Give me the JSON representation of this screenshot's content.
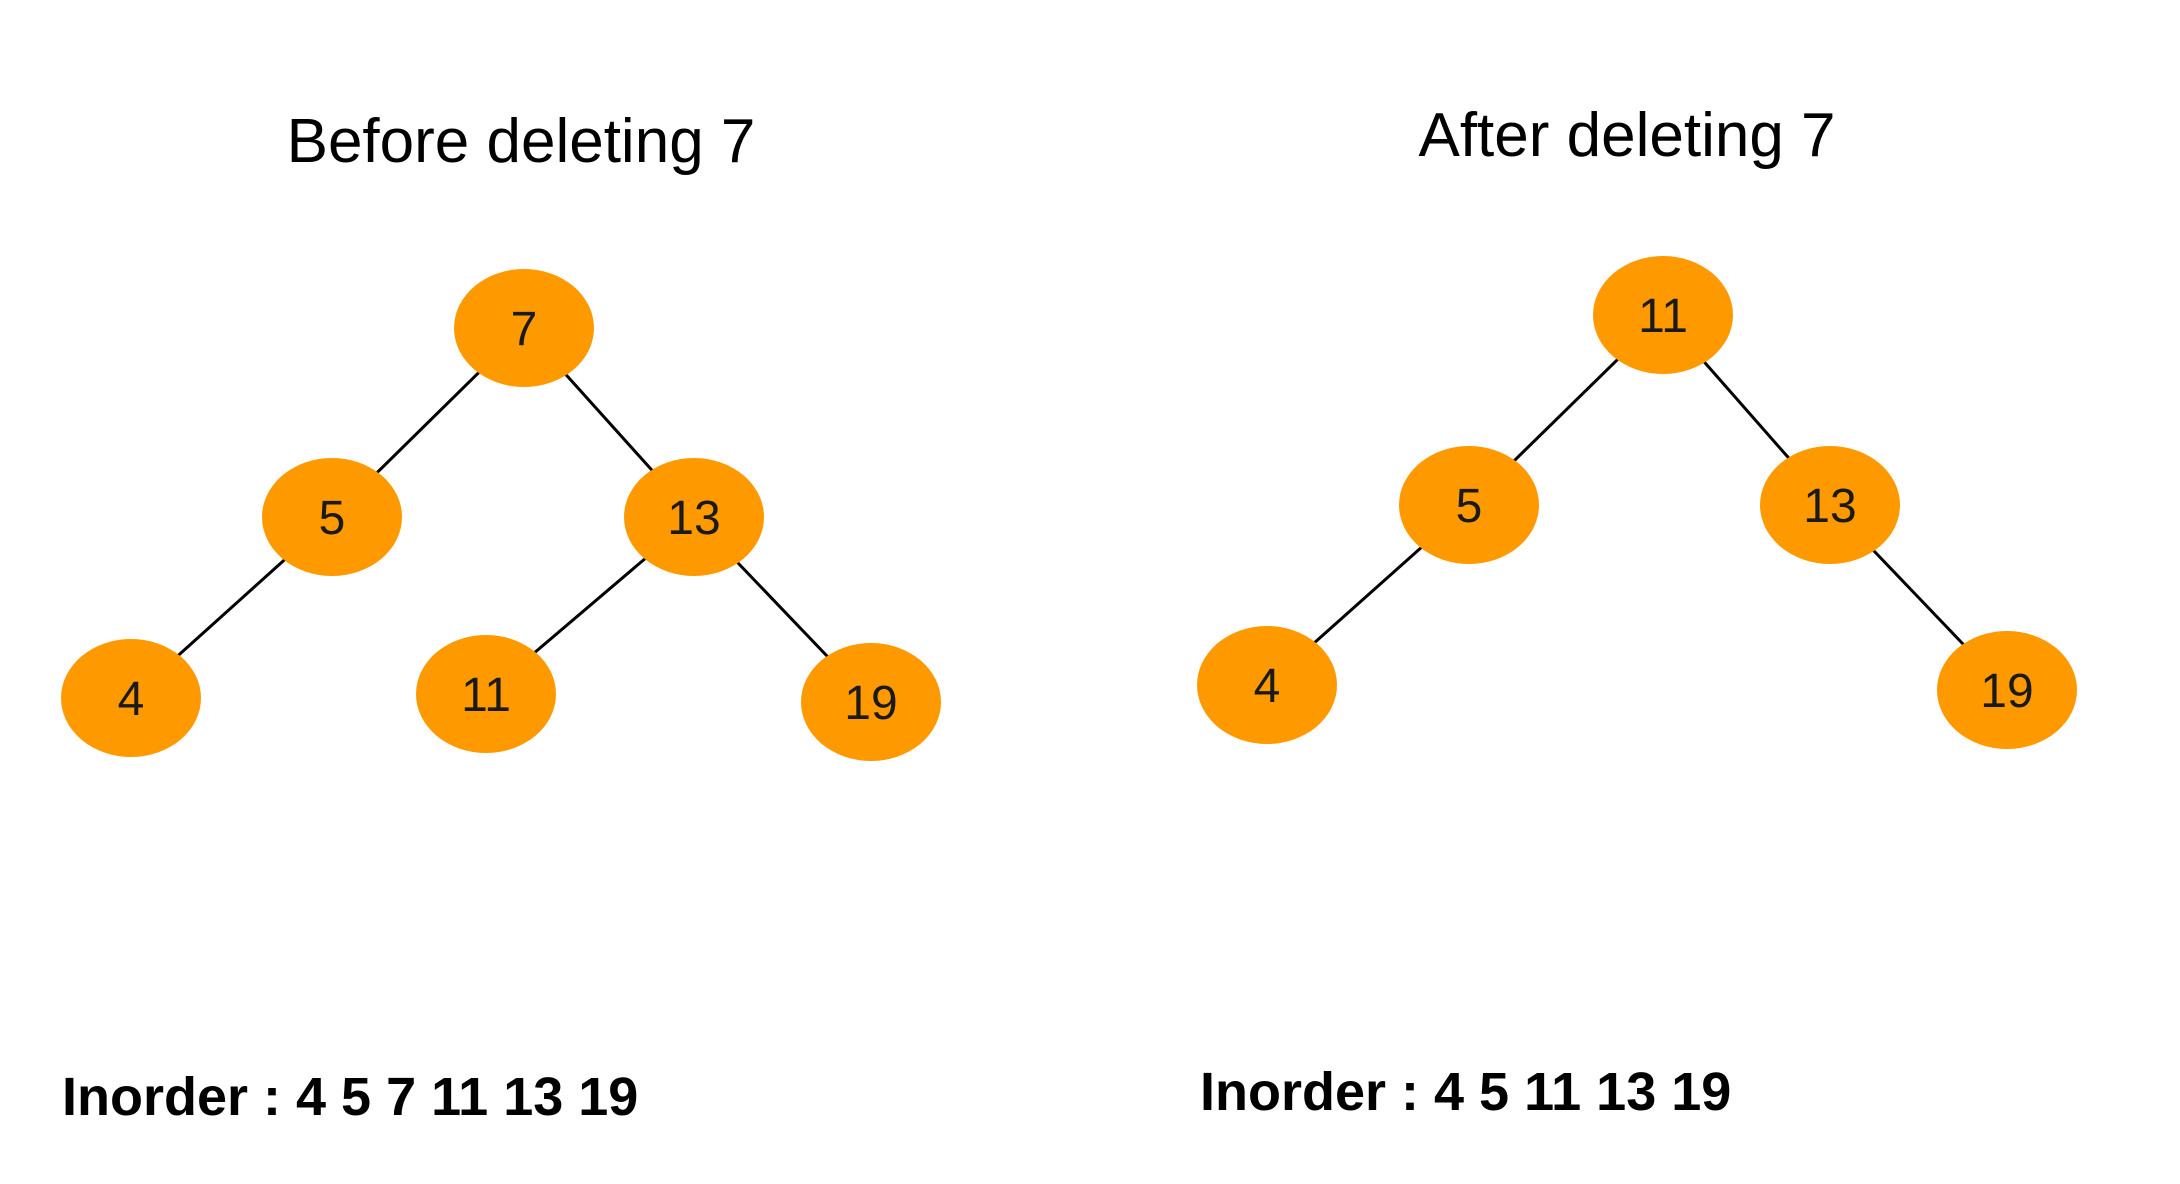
{
  "colors": {
    "node_fill": "#FF9900",
    "edge": "#000000",
    "text": "#000000"
  },
  "before": {
    "title": "Before deleting 7",
    "inorder": "Inorder : 4 5 7 11 13 19",
    "nodes": [
      {
        "id": "n7",
        "label": "7"
      },
      {
        "id": "n5",
        "label": "5"
      },
      {
        "id": "n13",
        "label": "13"
      },
      {
        "id": "n4",
        "label": "4"
      },
      {
        "id": "n11",
        "label": "11"
      },
      {
        "id": "n19",
        "label": "19"
      }
    ],
    "edges": [
      [
        "n7",
        "n5"
      ],
      [
        "n7",
        "n13"
      ],
      [
        "n5",
        "n4"
      ],
      [
        "n13",
        "n11"
      ],
      [
        "n13",
        "n19"
      ]
    ]
  },
  "after": {
    "title": "After deleting 7",
    "inorder": "Inorder : 4 5 11 13 19",
    "nodes": [
      {
        "id": "n11",
        "label": "11"
      },
      {
        "id": "n5",
        "label": "5"
      },
      {
        "id": "n13",
        "label": "13"
      },
      {
        "id": "n4",
        "label": "4"
      },
      {
        "id": "n19",
        "label": "19"
      }
    ],
    "edges": [
      [
        "n11",
        "n5"
      ],
      [
        "n11",
        "n13"
      ],
      [
        "n5",
        "n4"
      ],
      [
        "n13",
        "n19"
      ]
    ]
  }
}
